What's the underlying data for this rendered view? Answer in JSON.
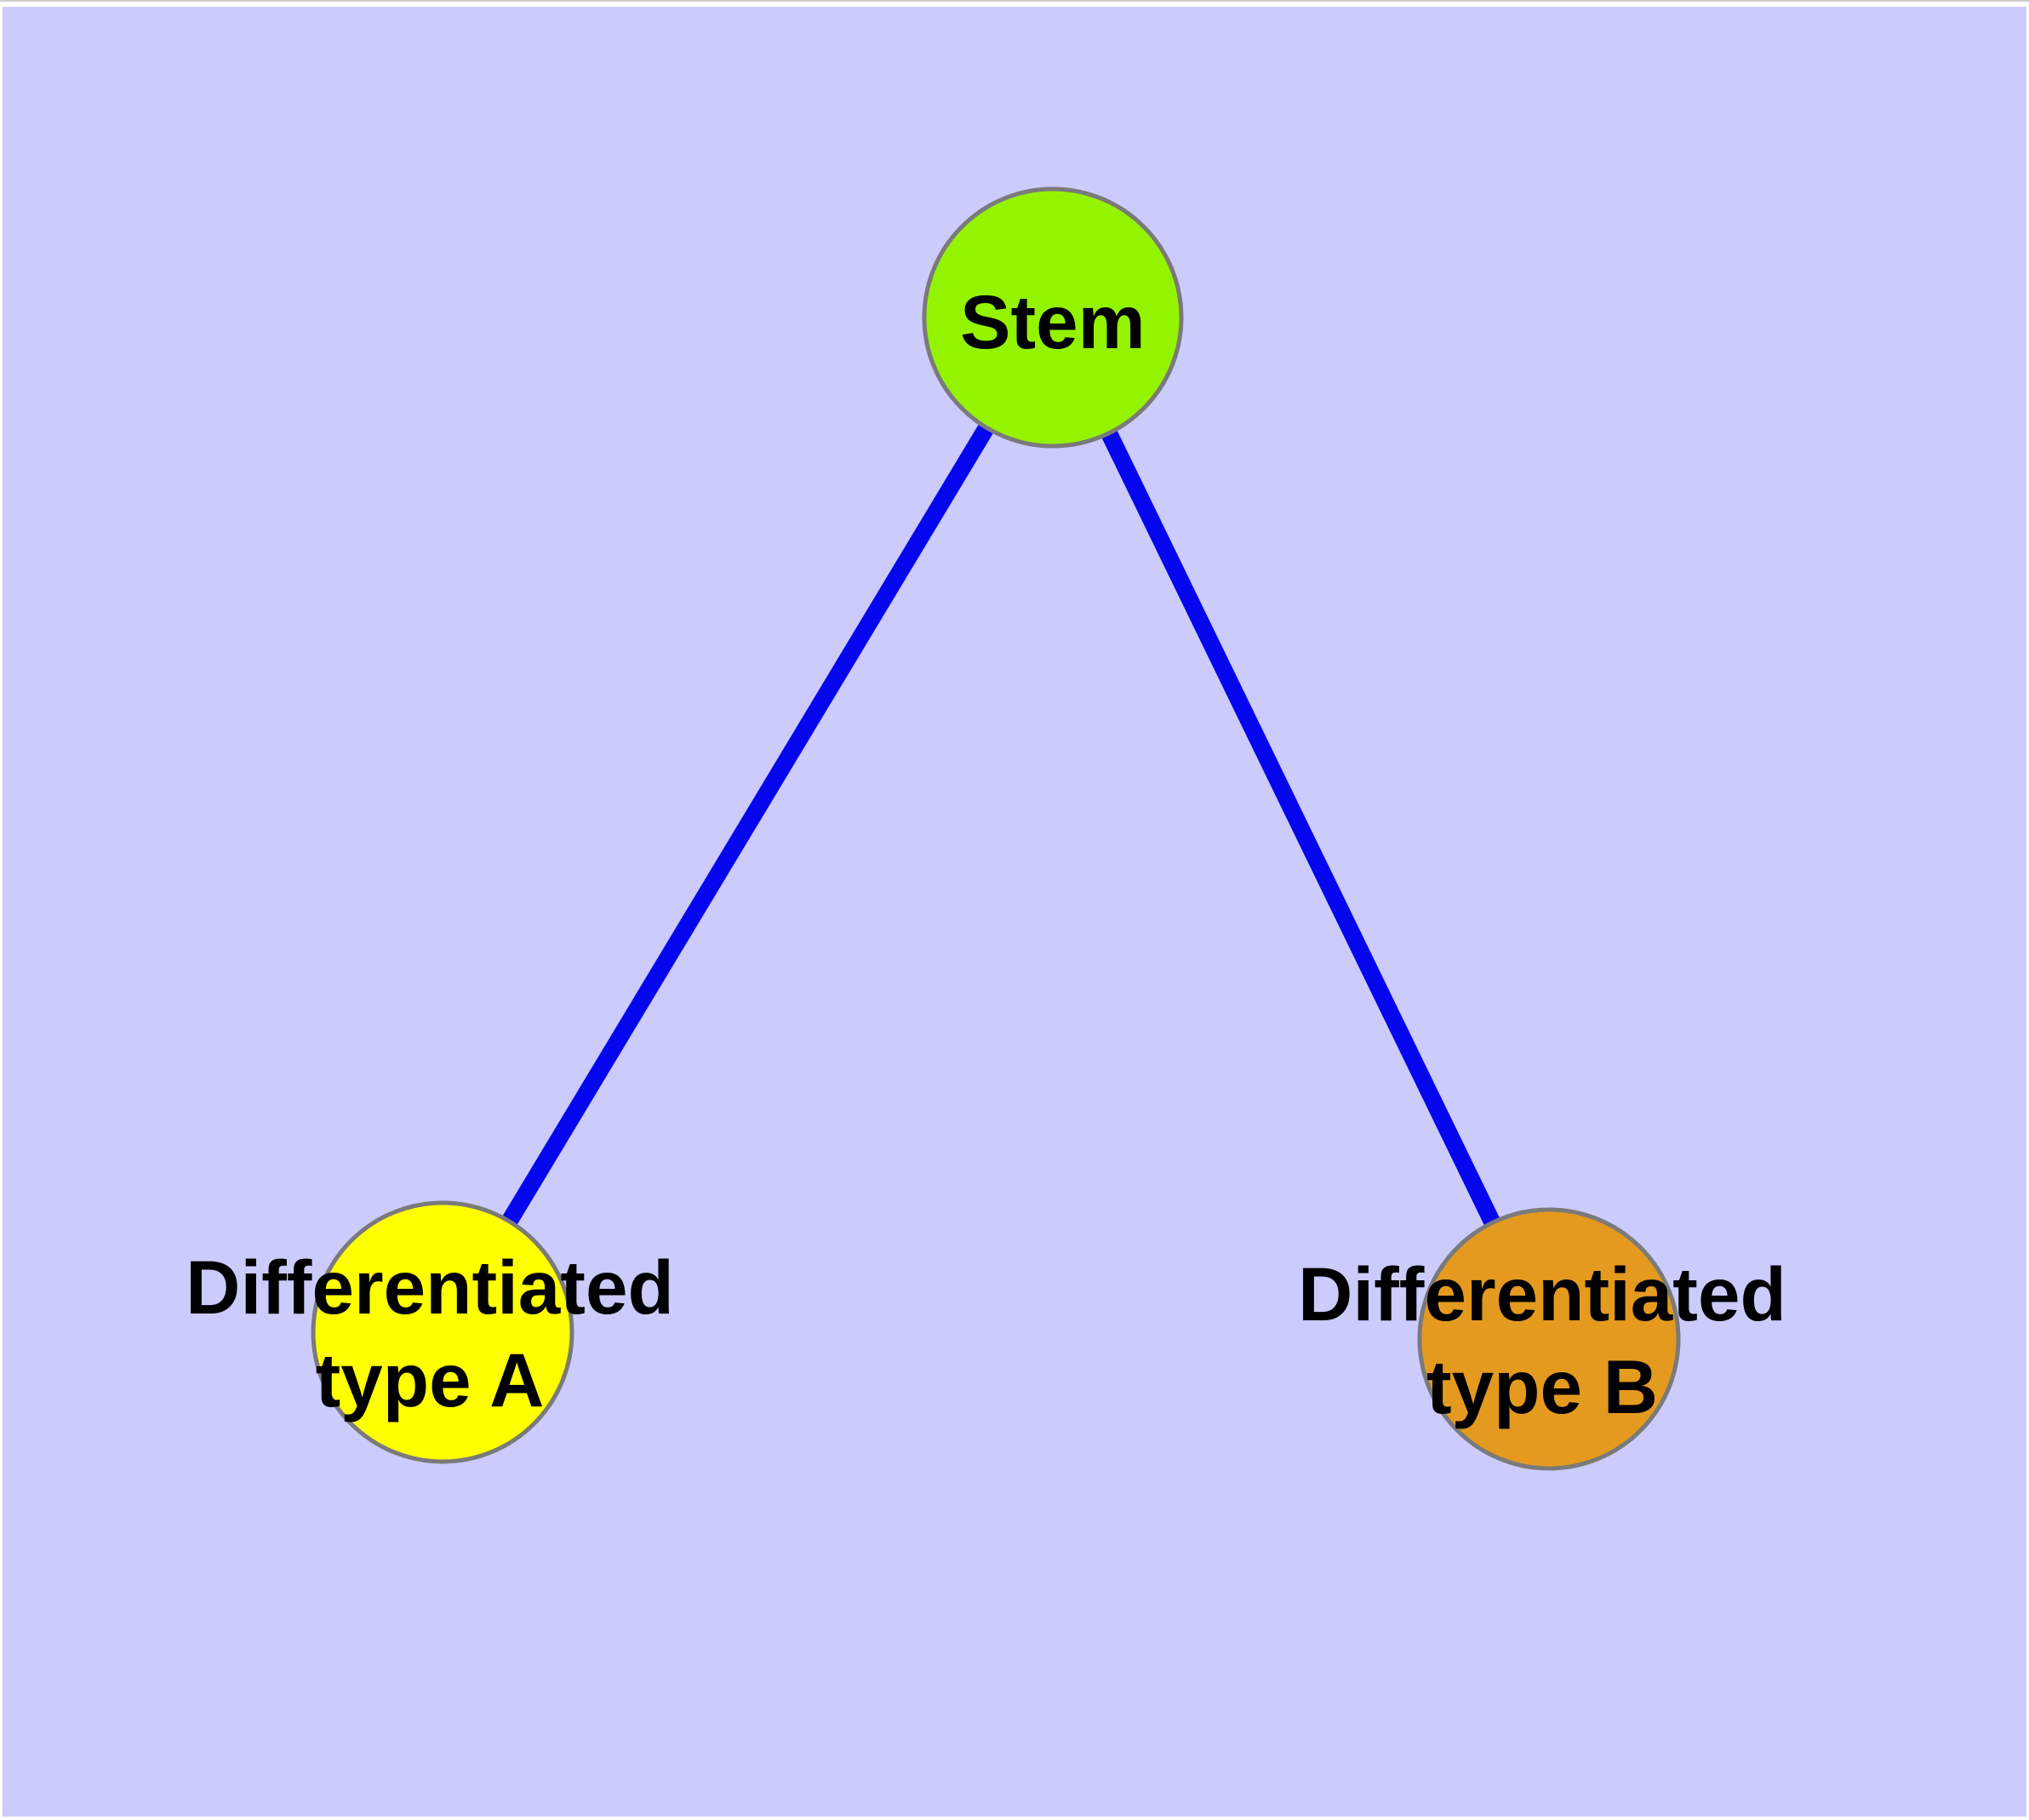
{
  "diagram": {
    "background_color": "#CBCBFC",
    "frame_color": "#FFFFFF",
    "top_edge_color": "#CDCDCD",
    "text_color": "#000000",
    "nodes": [
      {
        "id": "stem",
        "label": "Stem",
        "lines": [
          "Stem"
        ],
        "fill": "#94F400",
        "border": "#7A7A7A"
      },
      {
        "id": "differentiated-type-a",
        "label": "Differentiated type A",
        "lines": [
          "Differentiated",
          "type A"
        ],
        "fill": "#FFFF00",
        "border": "#7A7A7A"
      },
      {
        "id": "differentiated-type-b",
        "label": "Differentiated type B",
        "lines": [
          "Differentiated",
          "type B"
        ],
        "fill": "#E49A1F",
        "border": "#7A7A7A"
      }
    ],
    "edges": [
      {
        "from": "Stem",
        "to": "Differentiated type A",
        "color": "#0505EE"
      },
      {
        "from": "Stem",
        "to": "Differentiated type B",
        "color": "#0505EE"
      }
    ]
  }
}
